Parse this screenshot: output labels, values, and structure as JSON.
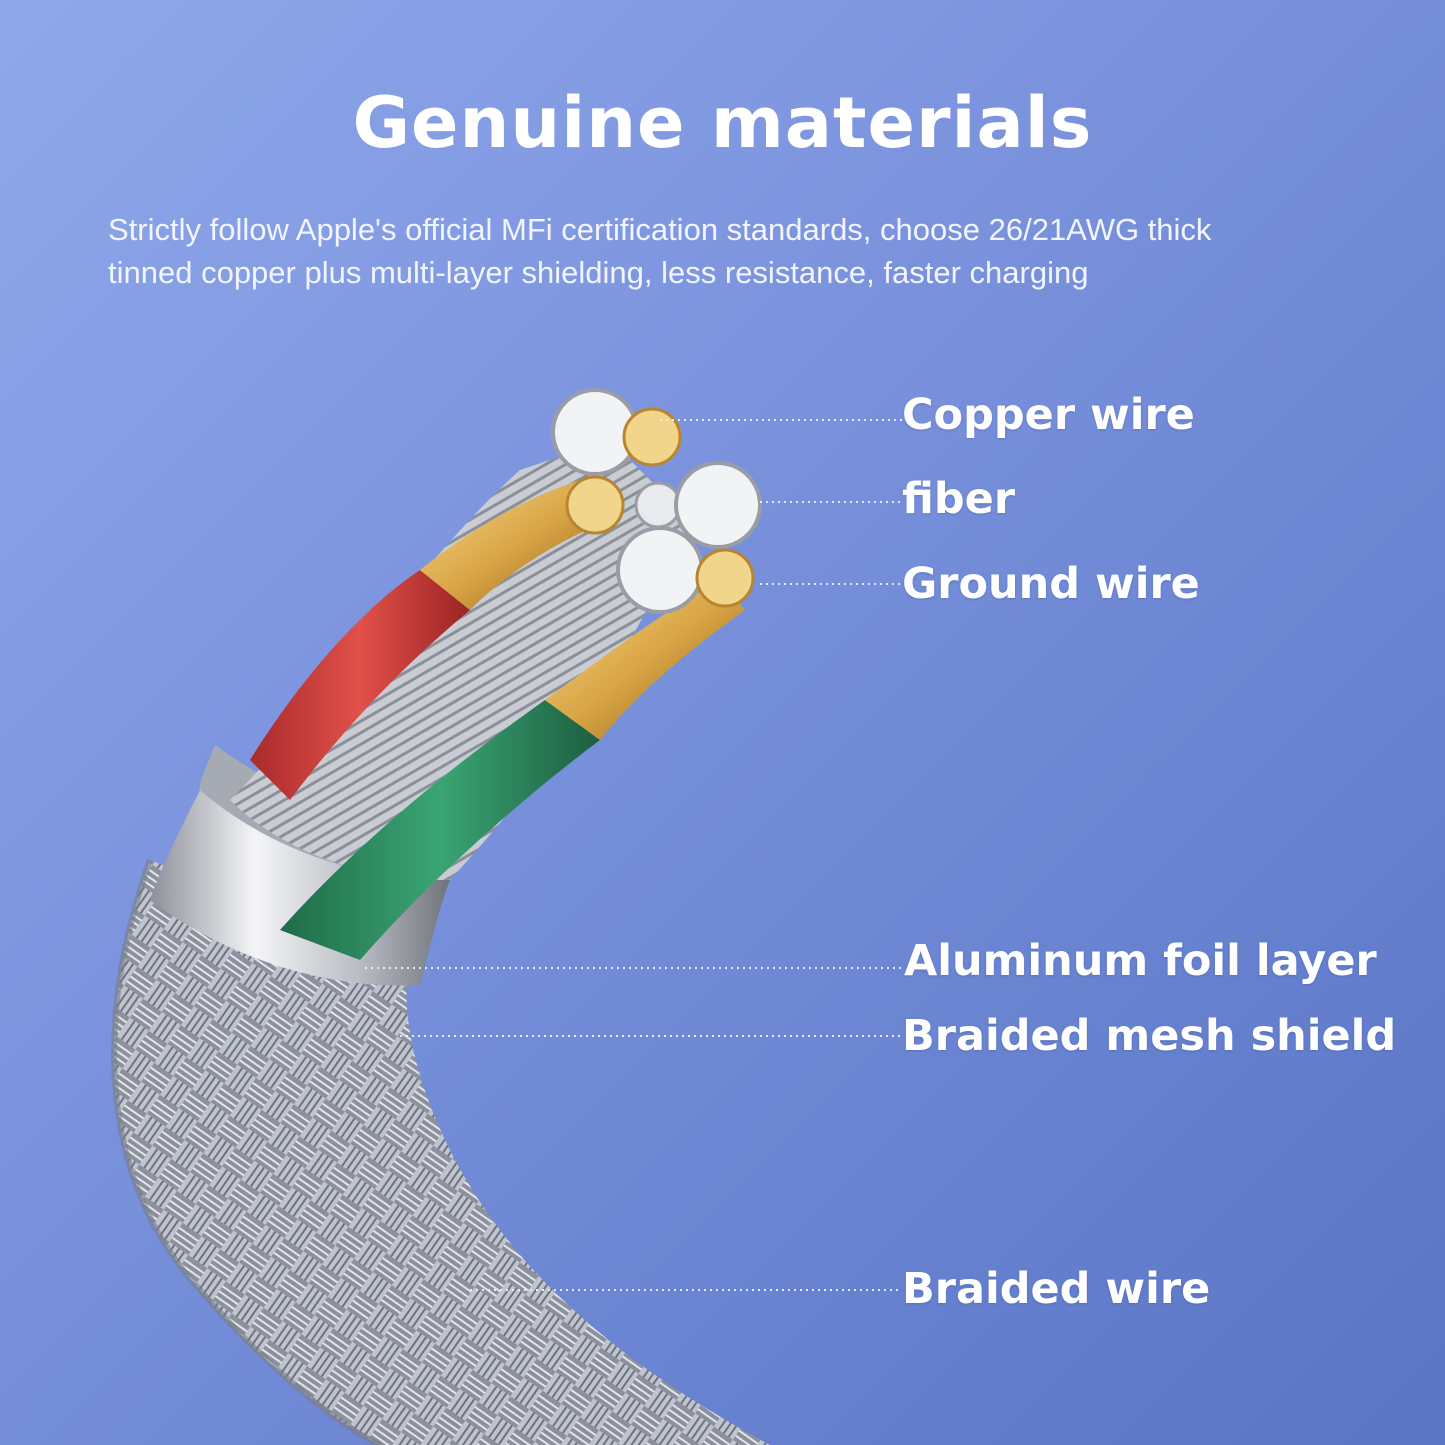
{
  "heading": {
    "title": "Genuine materials",
    "subtitle_line1": "Strictly follow Apple's official MFi certification standards, choose 26/21AWG thick",
    "subtitle_line2": "tinned copper plus multi-layer shielding, less resistance, faster charging"
  },
  "callouts": {
    "copper_wire": "Copper wire",
    "fiber": "fiber",
    "ground_wire": "Ground wire",
    "aluminum_foil": "Aluminum foil layer",
    "braided_mesh": "Braided mesh shield",
    "braided_wire": "Braided wire"
  },
  "colors": {
    "background": "#7b93dd",
    "red_insulation": "#d7433f",
    "green_insulation": "#2f8e62",
    "gold_copper": "#e2b65a",
    "silver": "#cfd3da"
  }
}
